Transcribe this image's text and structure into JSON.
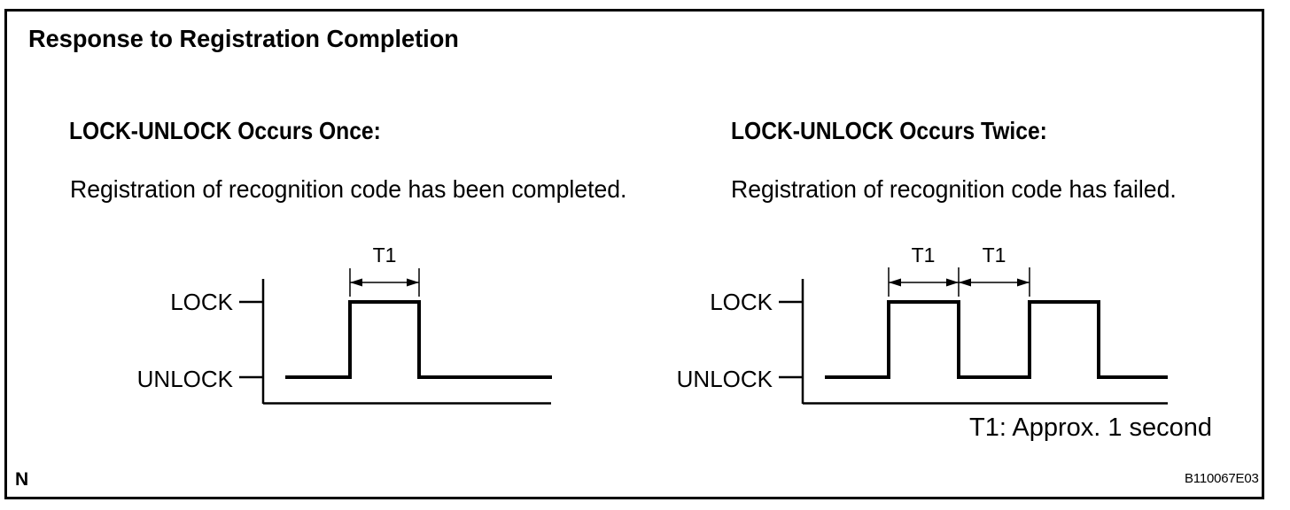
{
  "figure": {
    "title": "Response to Registration Completion",
    "footnote": "T1: Approx. 1 second",
    "page_marker": "N",
    "figure_code": "B110067E03"
  },
  "colors": {
    "ink": "#000000",
    "paper": "#ffffff"
  },
  "panels": [
    {
      "heading": "LOCK-UNLOCK Occurs Once:",
      "description": "Registration of recognition code has been completed.",
      "signal_high_label": "LOCK",
      "signal_low_label": "UNLOCK",
      "pulse_count": 1,
      "interval_labels": [
        "T1"
      ]
    },
    {
      "heading": "LOCK-UNLOCK Occurs Twice:",
      "description": "Registration of recognition code has failed.",
      "signal_high_label": "LOCK",
      "signal_low_label": "UNLOCK",
      "pulse_count": 2,
      "interval_labels": [
        "T1",
        "T1"
      ]
    }
  ]
}
